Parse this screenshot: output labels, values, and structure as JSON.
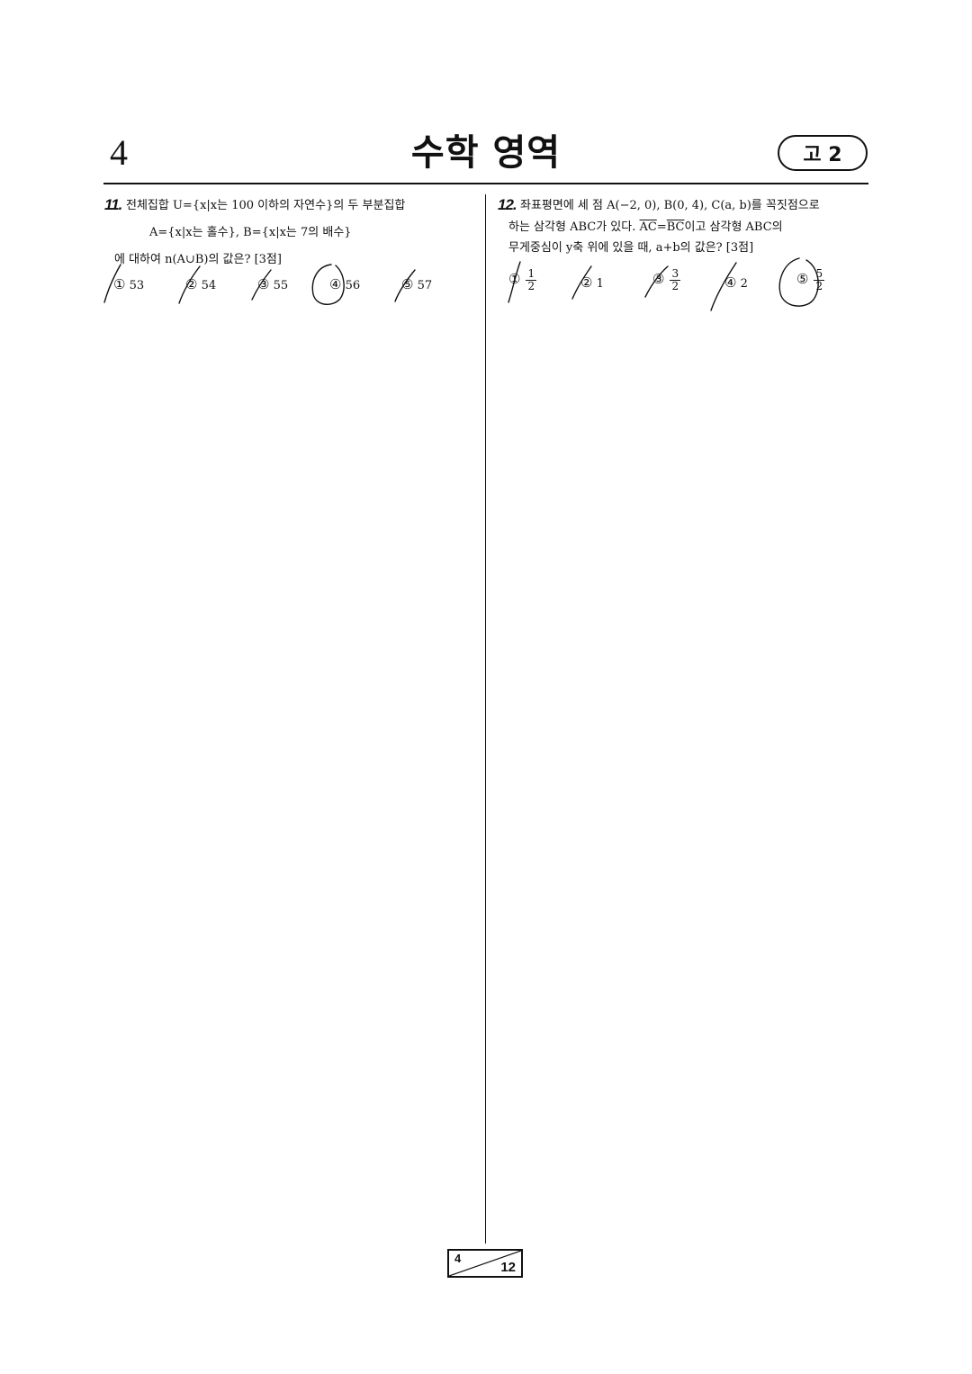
{
  "header": {
    "page_number": "4",
    "subject": "수학 영역",
    "grade": "고 2"
  },
  "questions": [
    {
      "number": "11.",
      "lines": [
        "전체집합 U={x|x는 100 이하의 자연수}의 두 부분집합",
        "A={x|x는 홀수}, B={x|x는 7의 배수}",
        "에 대하여 n(A∪B)의 값은? [3점]"
      ],
      "choices": [
        {
          "marker": "①",
          "value": "53"
        },
        {
          "marker": "②",
          "value": "54"
        },
        {
          "marker": "③",
          "value": "55"
        },
        {
          "marker": "④",
          "value": "56"
        },
        {
          "marker": "⑤",
          "value": "57"
        }
      ]
    },
    {
      "number": "12.",
      "lines": [
        "좌표평면에 세 점 A(−2, 0), B(0, 4), C(a, b)를 꼭짓점으로",
        "하는 삼각형 ABC가 있다. AC=BC이고 삼각형 ABC의",
        "무게중심이 y축 위에 있을 때, a+b의 값은? [3점]"
      ],
      "segment_left": "AC",
      "segment_right": "BC",
      "choices": [
        {
          "marker": "①",
          "num": "1",
          "den": "2"
        },
        {
          "marker": "②",
          "value": "1"
        },
        {
          "marker": "③",
          "num": "3",
          "den": "2"
        },
        {
          "marker": "④",
          "value": "2"
        },
        {
          "marker": "⑤",
          "num": "5",
          "den": "2"
        }
      ]
    }
  ],
  "footer": {
    "current": "4",
    "total": "12"
  }
}
